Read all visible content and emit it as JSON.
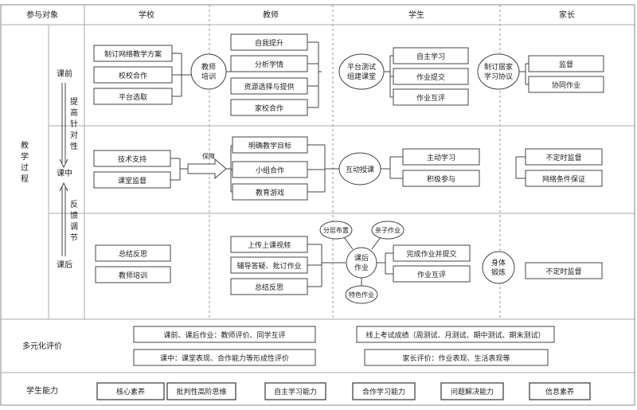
{
  "header": {
    "col0": "参与对象",
    "school": "学校",
    "teacher": "教师",
    "student": "学生",
    "parent": "家长"
  },
  "side": {
    "process_chars": [
      "教",
      "学",
      "过",
      "程"
    ],
    "before": "课前",
    "during": "课中",
    "after": "课后",
    "improve_chars": [
      "提",
      "高",
      "针",
      "对",
      "性"
    ],
    "feedback_chars": [
      "反",
      "馈",
      "调",
      "节"
    ]
  },
  "before": {
    "school": [
      "制订网络教学方案",
      "校校合作",
      "平台选取"
    ],
    "school_circle": [
      "教师",
      "培训"
    ],
    "teacher": [
      "自我提升",
      "分析学情",
      "资源选择与提供",
      "家校合作"
    ],
    "teacher_circle": [
      "平台测试",
      "组建课堂"
    ],
    "student": [
      "自主学习",
      "作业提交",
      "作业互评"
    ],
    "student_circle": [
      "制订居家",
      "学习协议"
    ],
    "parent": [
      "监督",
      "协同作业"
    ]
  },
  "during": {
    "school": [
      "技术支持",
      "课堂监督"
    ],
    "arrow": "保障",
    "teacher": [
      "明确教学目标",
      "小组合作",
      "教育游戏"
    ],
    "teacher_circle": "互动授课",
    "student": [
      "主动学习",
      "积极参与"
    ],
    "parent": [
      "不定时监督",
      "网络条件保证"
    ]
  },
  "after": {
    "school": [
      "总结反思",
      "教师培训"
    ],
    "teacher": [
      "上传上课视频",
      "辅导答疑、批订作业",
      "总结反思"
    ],
    "small_circles": [
      "分层布置",
      "亲子作业",
      "特色作业"
    ],
    "hw_circle": [
      "课后",
      "作业"
    ],
    "student": [
      "完成作业并提交",
      "作业互评"
    ],
    "student_circle": [
      "身体",
      "锻炼"
    ],
    "parent": [
      "不定时监督"
    ]
  },
  "evaluation": {
    "label": "多元化评价",
    "items": [
      "课前、课后作业：教师评价、同学互评",
      "课中：课堂表现、合作能力等形成性评价",
      "线上考试成绩（周测试、月测试、期中测试、期末测试）",
      "家长评价：作业表现、生活表现等"
    ]
  },
  "abilities": {
    "label": "学生能力",
    "items": [
      "核心素养",
      "批判性高阶思维",
      "自主学习能力",
      "合作学习能力",
      "问题解决能力",
      "信息素养"
    ]
  }
}
